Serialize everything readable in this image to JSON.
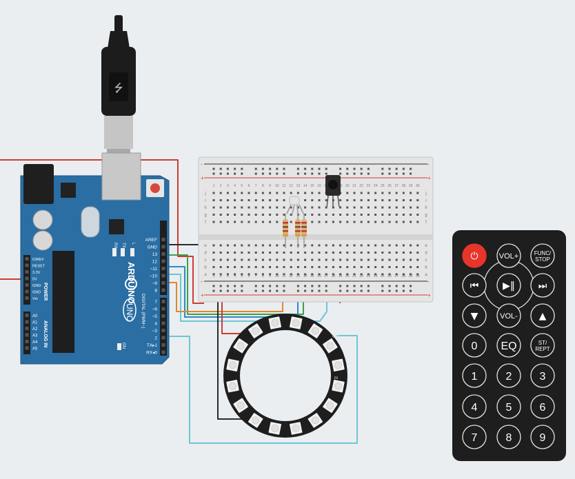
{
  "arduino": {
    "brand": "ARDUINO",
    "model": "UNO",
    "on_label": "ON",
    "digital_label": "DIGITAL (PWM~)",
    "power_header": "POWER",
    "analog_header": "ANALOG IN",
    "led_labels": [
      "L",
      "TX",
      "RX"
    ],
    "power_pins": [
      "IOREF",
      "RESET",
      "3.3V",
      "5V",
      "GND",
      "GND",
      "Vin"
    ],
    "analog_pins": [
      "A0",
      "A1",
      "A2",
      "A3",
      "A4",
      "A5"
    ],
    "digital_pins_upper": [
      "AREF",
      "GND",
      "13",
      "12",
      "~11",
      "~10",
      "~9",
      "8"
    ],
    "digital_pins_lower": [
      "7",
      "~6",
      "~5",
      "4",
      "~3",
      "2",
      "TX▸1",
      "RX◂0"
    ]
  },
  "breadboard": {
    "column_numbers": [
      "1",
      "2",
      "3",
      "4",
      "5",
      "6",
      "7",
      "8",
      "9",
      "10",
      "11",
      "12",
      "13",
      "14",
      "15",
      "16",
      "17",
      "18",
      "19",
      "20",
      "21",
      "22",
      "23",
      "24",
      "25",
      "26",
      "27",
      "28",
      "29",
      "30"
    ],
    "rows_top": [
      "j",
      "i",
      "h",
      "g",
      "f"
    ],
    "rows_bottom": [
      "e",
      "d",
      "c",
      "b",
      "a"
    ],
    "rail_plus": "+",
    "rail_minus": "-"
  },
  "neopixel_ring": {
    "pixel_count": 16,
    "pin_labels": [
      "IN",
      "OUT"
    ]
  },
  "remote": {
    "rows": [
      [
        {
          "label": "⏻",
          "icon": "power-icon",
          "accent": "#e8352c"
        },
        {
          "label": "VOL+",
          "icon": ""
        },
        {
          "label": "FUNC/\nSTOP",
          "icon": ""
        }
      ],
      [
        {
          "label": "⏮",
          "icon": "rewind-icon"
        },
        {
          "label": "▶‖",
          "icon": "play-pause-icon"
        },
        {
          "label": "⏭",
          "icon": "fast-forward-icon"
        }
      ],
      [
        {
          "label": "▼",
          "icon": "down-icon"
        },
        {
          "label": "VOL-",
          "icon": ""
        },
        {
          "label": "▲",
          "icon": "up-icon"
        }
      ],
      [
        {
          "label": "0",
          "icon": ""
        },
        {
          "label": "EQ",
          "icon": ""
        },
        {
          "label": "ST/\nREPT",
          "icon": ""
        }
      ],
      [
        {
          "label": "1",
          "icon": ""
        },
        {
          "label": "2",
          "icon": ""
        },
        {
          "label": "3",
          "icon": ""
        }
      ],
      [
        {
          "label": "4",
          "icon": ""
        },
        {
          "label": "5",
          "icon": ""
        },
        {
          "label": "6",
          "icon": ""
        }
      ],
      [
        {
          "label": "7",
          "icon": ""
        },
        {
          "label": "8",
          "icon": ""
        },
        {
          "label": "9",
          "icon": ""
        }
      ]
    ]
  },
  "colors": {
    "board_blue": "#2a6ea3",
    "wire_red": "#d03a34",
    "wire_black": "#2a2a2a",
    "wire_green": "#3aa04a",
    "wire_blue": "#2e86c8",
    "wire_orange": "#e0882a",
    "wire_cyan": "#6cc6d4",
    "remote_body": "#1e1e1e"
  }
}
